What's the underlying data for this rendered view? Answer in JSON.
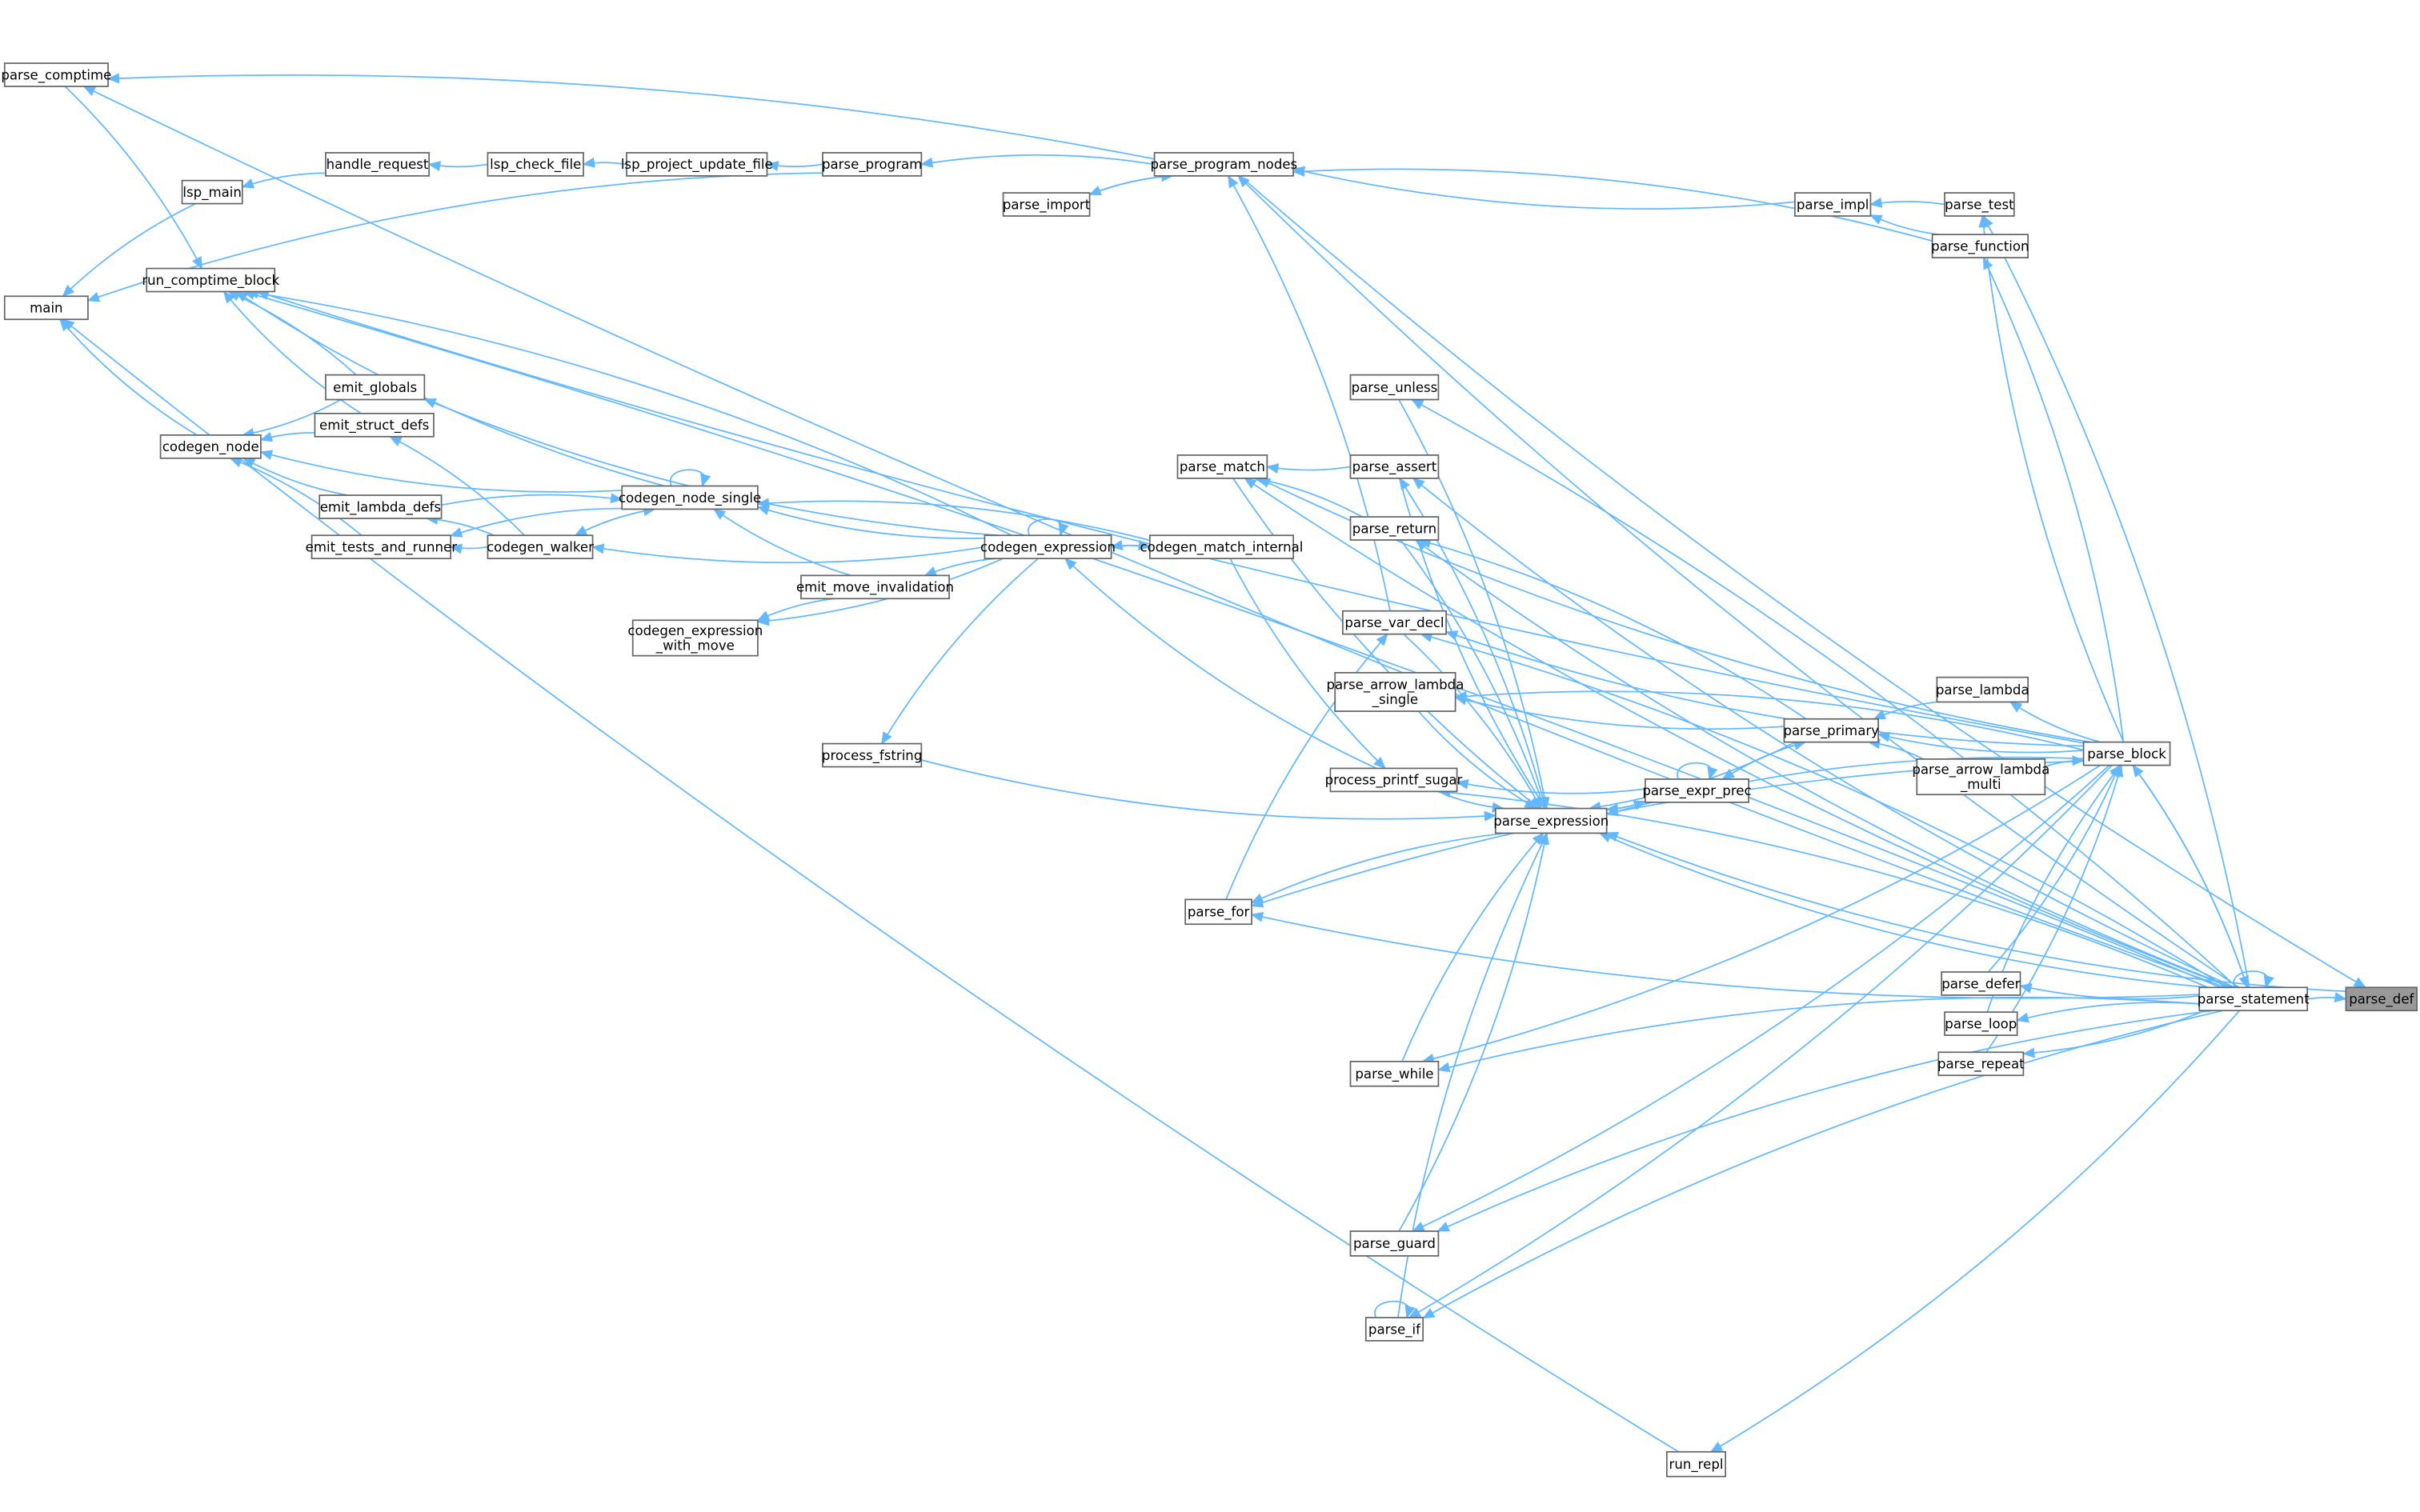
{
  "graph": {
    "title": "parse_def caller graph",
    "edge_color": "#63b8ff",
    "current_node_fill": "#999999",
    "nodes": [
      {
        "id": "parse_def",
        "lines": [
          "parse_def"
        ],
        "current": true
      },
      {
        "id": "parse_statement",
        "lines": [
          "parse_statement"
        ]
      },
      {
        "id": "parse_block",
        "lines": [
          "parse_block"
        ]
      },
      {
        "id": "parse_comptime",
        "lines": [
          "parse_comptime"
        ]
      },
      {
        "id": "lsp_main",
        "lines": [
          "lsp_main"
        ]
      },
      {
        "id": "handle_request",
        "lines": [
          "handle_request"
        ]
      },
      {
        "id": "lsp_check_file",
        "lines": [
          "lsp_check_file"
        ]
      },
      {
        "id": "lsp_project_update_file",
        "lines": [
          "lsp_project_update_file"
        ]
      },
      {
        "id": "parse_program",
        "lines": [
          "parse_program"
        ]
      },
      {
        "id": "parse_program_nodes",
        "lines": [
          "parse_program_nodes"
        ]
      },
      {
        "id": "parse_import",
        "lines": [
          "parse_import"
        ]
      },
      {
        "id": "main",
        "lines": [
          "main"
        ]
      },
      {
        "id": "run_comptime_block",
        "lines": [
          "run_comptime_block"
        ]
      },
      {
        "id": "emit_globals",
        "lines": [
          "emit_globals"
        ]
      },
      {
        "id": "emit_struct_defs",
        "lines": [
          "emit_struct_defs"
        ]
      },
      {
        "id": "codegen_node",
        "lines": [
          "codegen_node"
        ]
      },
      {
        "id": "emit_lambda_defs",
        "lines": [
          "emit_lambda_defs"
        ]
      },
      {
        "id": "emit_tests_and_runner",
        "lines": [
          "emit_tests_and_runner"
        ]
      },
      {
        "id": "codegen_node_single",
        "lines": [
          "codegen_node_single"
        ]
      },
      {
        "id": "codegen_walker",
        "lines": [
          "codegen_walker"
        ]
      },
      {
        "id": "emit_move_invalidation",
        "lines": [
          "emit_move_invalidation"
        ]
      },
      {
        "id": "codegen_expression_with_move",
        "lines": [
          "codegen_expression",
          "_with_move"
        ]
      },
      {
        "id": "codegen_expression",
        "lines": [
          "codegen_expression"
        ]
      },
      {
        "id": "codegen_match_internal",
        "lines": [
          "codegen_match_internal"
        ]
      },
      {
        "id": "process_fstring",
        "lines": [
          "process_fstring"
        ]
      },
      {
        "id": "parse_match",
        "lines": [
          "parse_match"
        ]
      },
      {
        "id": "parse_unless",
        "lines": [
          "parse_unless"
        ]
      },
      {
        "id": "parse_assert",
        "lines": [
          "parse_assert"
        ]
      },
      {
        "id": "parse_return",
        "lines": [
          "parse_return"
        ]
      },
      {
        "id": "parse_var_decl",
        "lines": [
          "parse_var_decl"
        ]
      },
      {
        "id": "parse_arrow_lambda_single",
        "lines": [
          "parse_arrow_lambda",
          "_single"
        ]
      },
      {
        "id": "process_printf_sugar",
        "lines": [
          "process_printf_sugar"
        ]
      },
      {
        "id": "parse_expression",
        "lines": [
          "parse_expression"
        ]
      },
      {
        "id": "parse_expr_prec",
        "lines": [
          "parse_expr_prec"
        ]
      },
      {
        "id": "parse_primary",
        "lines": [
          "parse_primary"
        ]
      },
      {
        "id": "parse_lambda",
        "lines": [
          "parse_lambda"
        ]
      },
      {
        "id": "parse_arrow_lambda_multi",
        "lines": [
          "parse_arrow_lambda",
          "_multi"
        ]
      },
      {
        "id": "parse_for",
        "lines": [
          "parse_for"
        ]
      },
      {
        "id": "parse_while",
        "lines": [
          "parse_while"
        ]
      },
      {
        "id": "parse_guard",
        "lines": [
          "parse_guard"
        ]
      },
      {
        "id": "parse_if",
        "lines": [
          "parse_if"
        ]
      },
      {
        "id": "run_repl",
        "lines": [
          "run_repl"
        ]
      },
      {
        "id": "parse_impl",
        "lines": [
          "parse_impl"
        ]
      },
      {
        "id": "parse_test",
        "lines": [
          "parse_test"
        ]
      },
      {
        "id": "parse_function",
        "lines": [
          "parse_function"
        ]
      },
      {
        "id": "parse_defer",
        "lines": [
          "parse_defer"
        ]
      },
      {
        "id": "parse_loop",
        "lines": [
          "parse_loop"
        ]
      },
      {
        "id": "parse_repeat",
        "lines": [
          "parse_repeat"
        ]
      }
    ],
    "edges": [
      [
        "parse_statement",
        "parse_def"
      ],
      [
        "parse_program_nodes",
        "parse_def"
      ],
      [
        "parse_def",
        "parse_expression"
      ],
      [
        "parse_statement",
        "parse_statement"
      ],
      [
        "parse_block",
        "parse_statement"
      ],
      [
        "parse_statement",
        "parse_block"
      ],
      [
        "parse_statement",
        "parse_defer"
      ],
      [
        "parse_statement",
        "parse_loop"
      ],
      [
        "parse_statement",
        "parse_repeat"
      ],
      [
        "parse_defer",
        "parse_block"
      ],
      [
        "parse_loop",
        "parse_block"
      ],
      [
        "parse_repeat",
        "parse_block"
      ],
      [
        "parse_arrow_lambda_multi",
        "parse_block"
      ],
      [
        "parse_lambda",
        "parse_primary"
      ],
      [
        "parse_block",
        "parse_lambda"
      ],
      [
        "parse_arrow_lambda_multi",
        "parse_primary"
      ],
      [
        "parse_block",
        "parse_primary"
      ],
      [
        "parse_primary",
        "parse_expr_prec"
      ],
      [
        "parse_expr_prec",
        "parse_primary"
      ],
      [
        "parse_expr_prec",
        "parse_expr_prec"
      ],
      [
        "parse_expr_prec",
        "parse_expression"
      ],
      [
        "parse_expression",
        "parse_expr_prec"
      ],
      [
        "parse_expr_prec",
        "process_printf_sugar"
      ],
      [
        "process_printf_sugar",
        "parse_expression"
      ],
      [
        "process_printf_sugar",
        "codegen_expression"
      ],
      [
        "codegen_match_internal",
        "process_printf_sugar"
      ],
      [
        "parse_var_decl",
        "parse_expression"
      ],
      [
        "parse_arrow_lambda_single",
        "parse_expression"
      ],
      [
        "parse_return",
        "parse_expression"
      ],
      [
        "parse_assert",
        "parse_expression"
      ],
      [
        "parse_unless",
        "parse_expression"
      ],
      [
        "parse_match",
        "parse_expression"
      ],
      [
        "parse_while",
        "parse_expression"
      ],
      [
        "parse_guard",
        "parse_expression"
      ],
      [
        "parse_if",
        "parse_expression"
      ],
      [
        "process_fstring",
        "parse_expression"
      ],
      [
        "parse_statement",
        "parse_expression"
      ],
      [
        "parse_block",
        "parse_expression"
      ],
      [
        "parse_primary",
        "parse_expression"
      ],
      [
        "parse_expression",
        "parse_for"
      ],
      [
        "parse_for",
        "parse_var_decl"
      ],
      [
        "parse_statement",
        "parse_var_decl"
      ],
      [
        "parse_block",
        "parse_var_decl"
      ],
      [
        "parse_var_decl",
        "parse_program_nodes"
      ],
      [
        "parse_statement",
        "parse_return"
      ],
      [
        "parse_primary",
        "parse_return"
      ],
      [
        "parse_statement",
        "parse_assert"
      ],
      [
        "parse_expression",
        "parse_assert"
      ],
      [
        "parse_assert",
        "parse_match"
      ],
      [
        "parse_return",
        "parse_match"
      ],
      [
        "parse_statement",
        "parse_match"
      ],
      [
        "parse_statement",
        "parse_unless"
      ],
      [
        "parse_primary",
        "parse_arrow_lambda_single"
      ],
      [
        "parse_block",
        "parse_arrow_lambda_single"
      ],
      [
        "parse_comptime",
        "run_comptime_block"
      ],
      [
        "codegen_expression",
        "run_comptime_block"
      ],
      [
        "codegen_node_single",
        "run_comptime_block"
      ],
      [
        "emit_globals",
        "run_comptime_block"
      ],
      [
        "emit_struct_defs",
        "run_comptime_block"
      ],
      [
        "parse_statement",
        "run_comptime_block"
      ],
      [
        "parse_block",
        "run_comptime_block"
      ],
      [
        "parse_program_nodes",
        "parse_comptime"
      ],
      [
        "parse_statement",
        "parse_comptime"
      ],
      [
        "lsp_main",
        "main"
      ],
      [
        "codegen_node",
        "main"
      ],
      [
        "parse_program",
        "main"
      ],
      [
        "run_repl",
        "main"
      ],
      [
        "handle_request",
        "lsp_main"
      ],
      [
        "lsp_check_file",
        "handle_request"
      ],
      [
        "lsp_project_update_file",
        "lsp_check_file"
      ],
      [
        "parse_program",
        "lsp_project_update_file"
      ],
      [
        "parse_program_nodes",
        "parse_program"
      ],
      [
        "parse_import",
        "parse_program_nodes"
      ],
      [
        "parse_program_nodes",
        "parse_import"
      ],
      [
        "parse_impl",
        "parse_program_nodes"
      ],
      [
        "parse_function",
        "parse_program_nodes"
      ],
      [
        "parse_statement",
        "parse_program_nodes"
      ],
      [
        "parse_test",
        "parse_impl"
      ],
      [
        "parse_function",
        "parse_impl"
      ],
      [
        "parse_statement",
        "parse_test"
      ],
      [
        "parse_block",
        "parse_test"
      ],
      [
        "parse_block",
        "parse_function"
      ],
      [
        "emit_globals",
        "codegen_node"
      ],
      [
        "emit_struct_defs",
        "codegen_node"
      ],
      [
        "emit_lambda_defs",
        "codegen_node"
      ],
      [
        "emit_tests_and_runner",
        "codegen_node"
      ],
      [
        "codegen_node_single",
        "codegen_node"
      ],
      [
        "codegen_walker",
        "emit_lambda_defs"
      ],
      [
        "codegen_walker",
        "emit_tests_and_runner"
      ],
      [
        "codegen_node_single",
        "emit_tests_and_runner"
      ],
      [
        "codegen_walker",
        "codegen_node_single"
      ],
      [
        "codegen_node_single",
        "codegen_walker"
      ],
      [
        "codegen_expression",
        "codegen_walker"
      ],
      [
        "codegen_walker",
        "emit_struct_defs"
      ],
      [
        "codegen_expression",
        "codegen_node_single"
      ],
      [
        "codegen_match_internal",
        "codegen_node_single"
      ],
      [
        "emit_lambda_defs",
        "codegen_node_single"
      ],
      [
        "codegen_node_single",
        "codegen_node_single"
      ],
      [
        "codegen_expression",
        "codegen_expression"
      ],
      [
        "codegen_match_internal",
        "codegen_expression"
      ],
      [
        "codegen_expression",
        "codegen_match_internal"
      ],
      [
        "codegen_expression",
        "emit_move_invalidation"
      ],
      [
        "emit_move_invalidation",
        "codegen_node_single"
      ],
      [
        "emit_move_invalidation",
        "codegen_expression_with_move"
      ],
      [
        "codegen_expression",
        "codegen_expression_with_move"
      ],
      [
        "codegen_expression",
        "process_fstring"
      ],
      [
        "codegen_expression",
        "emit_globals"
      ],
      [
        "parse_statement",
        "parse_while"
      ],
      [
        "parse_block",
        "parse_while"
      ],
      [
        "parse_statement",
        "parse_guard"
      ],
      [
        "parse_block",
        "parse_guard"
      ],
      [
        "parse_statement",
        "parse_if"
      ],
      [
        "parse_block",
        "parse_if"
      ],
      [
        "parse_if",
        "parse_if"
      ],
      [
        "parse_statement",
        "parse_for"
      ],
      [
        "parse_block",
        "parse_for"
      ],
      [
        "parse_statement",
        "run_repl"
      ],
      [
        "parse_statement",
        "process_printf_sugar"
      ],
      [
        "parse_block",
        "parse_match"
      ]
    ]
  }
}
